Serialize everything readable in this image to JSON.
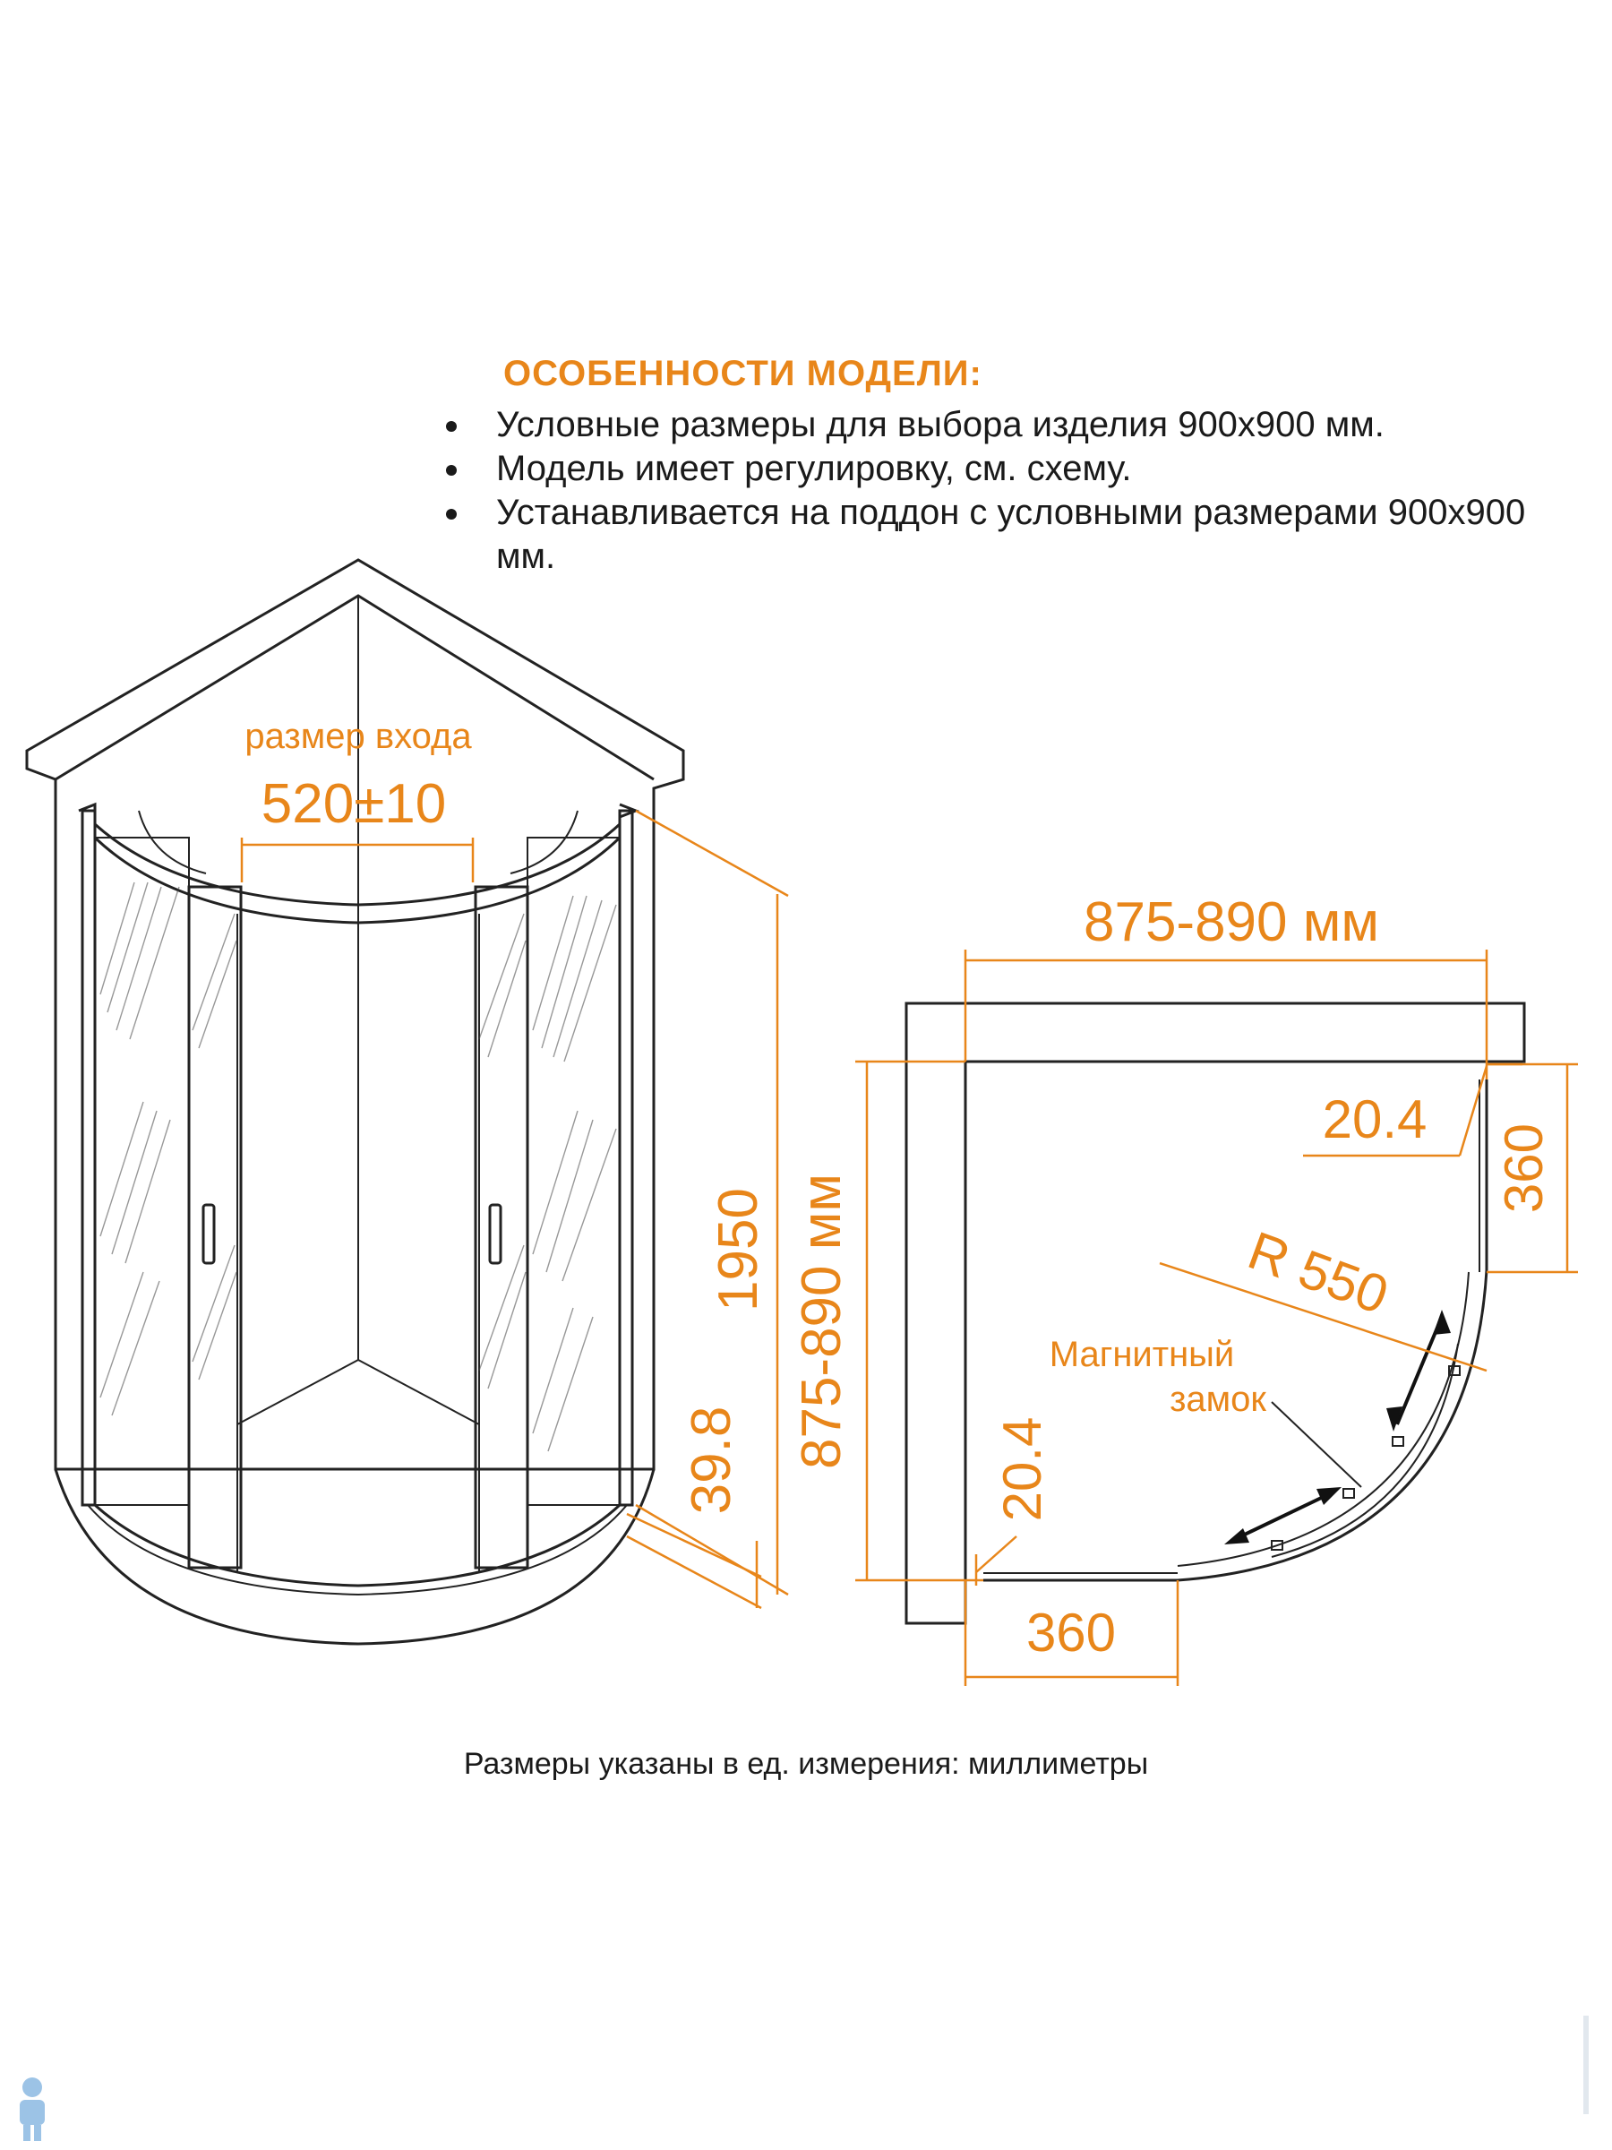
{
  "features": {
    "title": "ОСОБЕННОСТИ МОДЕЛИ:",
    "items": [
      "Условные размеры для выбора изделия 900х900 мм.",
      "Модель имеет регулировку, см. схему.",
      "Устанавливается на поддон с условными размерами 900х900 мм."
    ]
  },
  "front_view": {
    "entry_label": "размер входа",
    "entry_value": "520±10",
    "height": "1950",
    "tray_height": "39.8"
  },
  "plan_view": {
    "width": "875-890 мм",
    "depth": "875-890 мм",
    "side_offset_top": "20.4",
    "side_offset_left": "20.4",
    "fixed_panel_right": "360",
    "fixed_panel_bottom": "360",
    "radius": "R 550",
    "magnet_label_line1": "Магнитный",
    "magnet_label_line2": "замок"
  },
  "footer": "Размеры указаны в ед. измерения: миллиметры",
  "colors": {
    "accent": "#e8861a",
    "line": "#1a1a1a"
  }
}
